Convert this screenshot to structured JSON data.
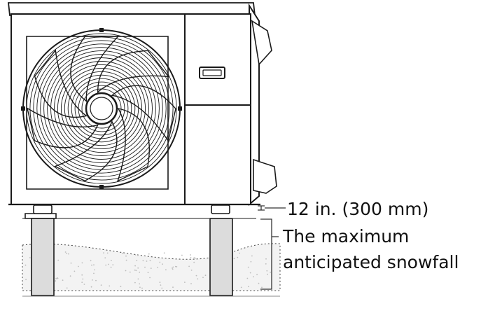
{
  "diagram": {
    "labels": {
      "clearance": "12 in. (300 mm)",
      "snowfall_line1": "The maximum",
      "snowfall_line2": "anticipated snowfall"
    },
    "colors": {
      "stroke": "#1a1a1a",
      "snow_fill": "#f3f3f3",
      "snow_speckle": "#bdbdbd",
      "pillar_fill": "#d9d9d9",
      "leader": "#333333"
    }
  }
}
